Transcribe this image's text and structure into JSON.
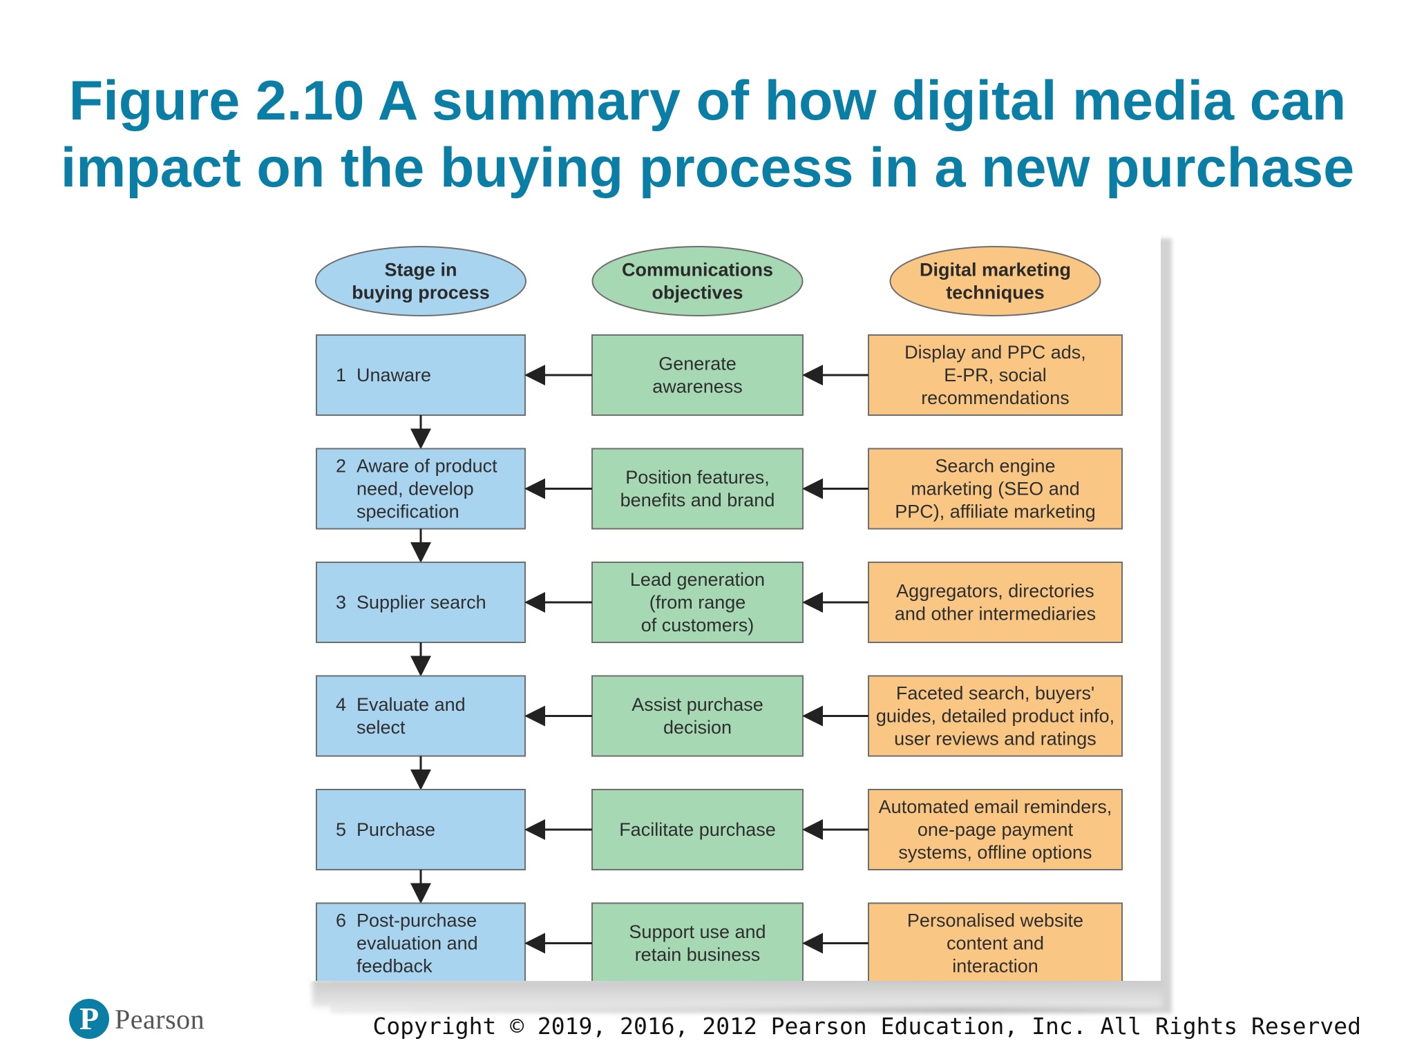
{
  "title": {
    "line1": "Figure 2.10 A summary of how digital media can",
    "line2": "impact on the buying process in a new purchase"
  },
  "colors": {
    "title": "#0a7ea4",
    "stage_fill": "#a9d4f0",
    "objective_fill": "#a6d8b4",
    "technique_fill": "#f9c683",
    "border": "#6e6e6e"
  },
  "diagram": {
    "headers": [
      {
        "lines": [
          "Stage in",
          "buying process"
        ],
        "color": "#a9d4f0"
      },
      {
        "lines": [
          "Communications",
          "objectives"
        ],
        "color": "#a6d8b4"
      },
      {
        "lines": [
          "Digital marketing",
          "techniques"
        ],
        "color": "#f9c683"
      }
    ],
    "rows": [
      {
        "stage_num": "1",
        "stage": [
          "Unaware"
        ],
        "objective": [
          "Generate",
          "awareness"
        ],
        "technique": [
          "Display and PPC ads,",
          "E-PR, social",
          "recommendations"
        ]
      },
      {
        "stage_num": "2",
        "stage": [
          "Aware of product",
          "need, develop",
          "specification"
        ],
        "objective": [
          "Position features,",
          "benefits and brand"
        ],
        "technique": [
          "Search engine",
          "marketing (SEO and",
          "PPC), affiliate marketing"
        ]
      },
      {
        "stage_num": "3",
        "stage": [
          "Supplier search"
        ],
        "objective": [
          "Lead generation",
          "(from range",
          "of customers)"
        ],
        "technique": [
          "Aggregators, directories",
          "and other intermediaries"
        ]
      },
      {
        "stage_num": "4",
        "stage": [
          "Evaluate and",
          "select"
        ],
        "objective": [
          "Assist purchase",
          "decision"
        ],
        "technique": [
          "Faceted search, buyers'",
          "guides, detailed product info,",
          "user reviews and ratings"
        ]
      },
      {
        "stage_num": "5",
        "stage": [
          "Purchase"
        ],
        "objective": [
          "Facilitate purchase"
        ],
        "technique": [
          "Automated email reminders,",
          "one-page payment",
          "systems, offline options"
        ]
      },
      {
        "stage_num": "6",
        "stage": [
          "Post-purchase",
          "evaluation and",
          "feedback"
        ],
        "objective": [
          "Support use and",
          "retain business"
        ],
        "technique": [
          "Personalised website",
          "content and",
          "interaction"
        ]
      }
    ]
  },
  "footer": {
    "logo_text": "Pearson",
    "logo_letter": "P",
    "logo_icon": "pearson-logo-icon",
    "copyright": "Copyright © 2019, 2016, 2012 Pearson Education, Inc. All Rights Reserved"
  }
}
